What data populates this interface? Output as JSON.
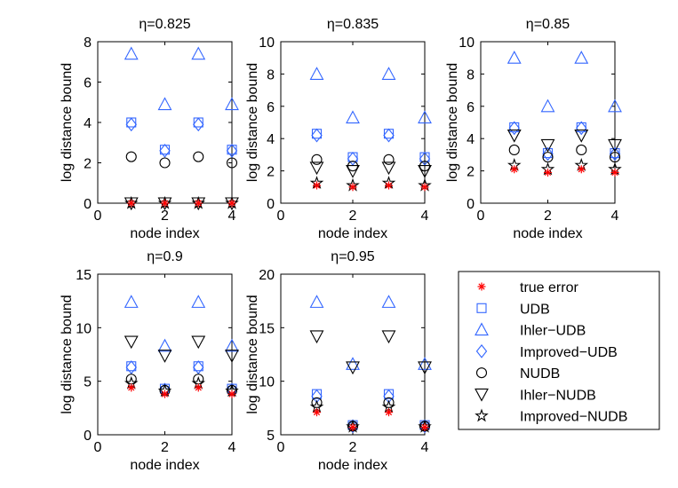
{
  "figure": {
    "legend_entries": [
      {
        "label": "true error",
        "marker": "asterisk",
        "color": "#ff0000"
      },
      {
        "label": "UDB",
        "marker": "square",
        "color": "#3366ff"
      },
      {
        "label": "Ihler−UDB",
        "marker": "triangle-up",
        "color": "#3366ff"
      },
      {
        "label": "Improved−UDB",
        "marker": "diamond",
        "color": "#3366ff"
      },
      {
        "label": "NUDB",
        "marker": "circle",
        "color": "#000000"
      },
      {
        "label": "Ihler−NUDB",
        "marker": "triangle-down",
        "color": "#000000"
      },
      {
        "label": "Improved−NUDB",
        "marker": "star",
        "color": "#000000"
      }
    ]
  },
  "chart_data": [
    {
      "type": "scatter",
      "title": "η=0.825",
      "xlabel": "node index",
      "ylabel": "log distance bound",
      "xlim": [
        0,
        4
      ],
      "ylim": [
        0,
        8
      ],
      "xticks": [
        0,
        2,
        4
      ],
      "yticks": [
        0,
        2,
        4,
        6,
        8
      ],
      "x": [
        1,
        2,
        3,
        4
      ],
      "series": [
        {
          "name": "true error",
          "values": [
            0.0,
            0.0,
            0.0,
            0.0
          ]
        },
        {
          "name": "UDB",
          "values": [
            4.0,
            2.65,
            4.0,
            2.65
          ]
        },
        {
          "name": "Ihler−UDB",
          "values": [
            7.4,
            4.9,
            7.4,
            4.9
          ]
        },
        {
          "name": "Improved−UDB",
          "values": [
            3.9,
            2.6,
            3.9,
            2.6
          ]
        },
        {
          "name": "NUDB",
          "values": [
            2.3,
            2.0,
            2.3,
            2.0
          ]
        },
        {
          "name": "Ihler−NUDB",
          "values": [
            0.0,
            0.0,
            0.0,
            0.0
          ]
        },
        {
          "name": "Improved−NUDB",
          "values": [
            0.0,
            0.0,
            0.0,
            0.0
          ]
        }
      ]
    },
    {
      "type": "scatter",
      "title": "η=0.835",
      "xlabel": "node index",
      "ylabel": "log distance bound",
      "xlim": [
        0,
        4
      ],
      "ylim": [
        0,
        10
      ],
      "xticks": [
        0,
        2,
        4
      ],
      "yticks": [
        0,
        2,
        4,
        6,
        8,
        10
      ],
      "x": [
        1,
        2,
        3,
        4
      ],
      "series": [
        {
          "name": "true error",
          "values": [
            1.1,
            1.0,
            1.1,
            1.0
          ]
        },
        {
          "name": "UDB",
          "values": [
            4.3,
            2.85,
            4.3,
            2.85
          ]
        },
        {
          "name": "Ihler−UDB",
          "values": [
            8.0,
            5.3,
            8.0,
            5.3
          ]
        },
        {
          "name": "Improved−UDB",
          "values": [
            4.2,
            2.75,
            4.2,
            2.75
          ]
        },
        {
          "name": "NUDB",
          "values": [
            2.7,
            2.3,
            2.7,
            2.3
          ]
        },
        {
          "name": "Ihler−NUDB",
          "values": [
            2.2,
            2.0,
            2.2,
            2.0
          ]
        },
        {
          "name": "Improved−NUDB",
          "values": [
            1.25,
            1.1,
            1.25,
            1.1
          ]
        }
      ]
    },
    {
      "type": "scatter",
      "title": "η=0.85",
      "xlabel": "node index",
      "ylabel": "log distance bound",
      "xlim": [
        0,
        4
      ],
      "ylim": [
        0,
        10
      ],
      "xticks": [
        0,
        2,
        4
      ],
      "yticks": [
        0,
        2,
        4,
        6,
        8,
        10
      ],
      "x": [
        1,
        2,
        3,
        4
      ],
      "series": [
        {
          "name": "true error",
          "values": [
            2.1,
            1.9,
            2.1,
            1.9
          ]
        },
        {
          "name": "UDB",
          "values": [
            4.7,
            3.1,
            4.7,
            3.1
          ]
        },
        {
          "name": "Ihler−UDB",
          "values": [
            9.0,
            6.0,
            9.0,
            6.0
          ]
        },
        {
          "name": "Improved−UDB",
          "values": [
            4.65,
            3.05,
            4.65,
            3.05
          ]
        },
        {
          "name": "NUDB",
          "values": [
            3.3,
            2.85,
            3.3,
            2.85
          ]
        },
        {
          "name": "Ihler−NUDB",
          "values": [
            4.2,
            3.6,
            4.2,
            3.6
          ]
        },
        {
          "name": "Improved−NUDB",
          "values": [
            2.35,
            2.1,
            2.35,
            2.1
          ]
        }
      ]
    },
    {
      "type": "scatter",
      "title": "η=0.9",
      "xlabel": "node index",
      "ylabel": "log distance bound",
      "xlim": [
        0,
        4
      ],
      "ylim": [
        0,
        15
      ],
      "xticks": [
        0,
        2,
        4
      ],
      "yticks": [
        0,
        5,
        10,
        15
      ],
      "x": [
        1,
        2,
        3,
        4
      ],
      "series": [
        {
          "name": "true error",
          "values": [
            4.4,
            3.8,
            4.4,
            3.8
          ]
        },
        {
          "name": "UDB",
          "values": [
            6.4,
            4.3,
            6.4,
            4.3
          ]
        },
        {
          "name": "Ihler−UDB",
          "values": [
            12.4,
            8.3,
            12.4,
            8.3
          ]
        },
        {
          "name": "Improved−UDB",
          "values": [
            6.3,
            4.2,
            6.3,
            4.2
          ]
        },
        {
          "name": "NUDB",
          "values": [
            5.2,
            4.15,
            5.2,
            4.15
          ]
        },
        {
          "name": "Ihler−NUDB",
          "values": [
            8.7,
            7.4,
            8.7,
            7.4
          ]
        },
        {
          "name": "Improved−NUDB",
          "values": [
            4.8,
            4.1,
            4.8,
            4.1
          ]
        }
      ]
    },
    {
      "type": "scatter",
      "title": "η=0.95",
      "xlabel": "node index",
      "ylabel": "log distance bound",
      "xlim": [
        0,
        4
      ],
      "ylim": [
        5,
        20
      ],
      "xticks": [
        0,
        2,
        4
      ],
      "yticks": [
        5,
        10,
        15,
        20
      ],
      "x": [
        1,
        2,
        3,
        4
      ],
      "series": [
        {
          "name": "true error",
          "values": [
            7.1,
            5.7,
            7.1,
            5.7
          ]
        },
        {
          "name": "UDB",
          "values": [
            8.8,
            5.9,
            8.8,
            5.9
          ]
        },
        {
          "name": "Ihler−UDB",
          "values": [
            17.4,
            11.6,
            17.4,
            11.6
          ]
        },
        {
          "name": "Improved−UDB",
          "values": [
            8.6,
            5.8,
            8.6,
            5.8
          ]
        },
        {
          "name": "NUDB",
          "values": [
            8.0,
            5.8,
            8.0,
            5.8
          ]
        },
        {
          "name": "Ihler−NUDB",
          "values": [
            14.2,
            11.3,
            14.2,
            11.3
          ]
        },
        {
          "name": "Improved−NUDB",
          "values": [
            7.6,
            5.75,
            7.6,
            5.75
          ]
        }
      ]
    }
  ]
}
